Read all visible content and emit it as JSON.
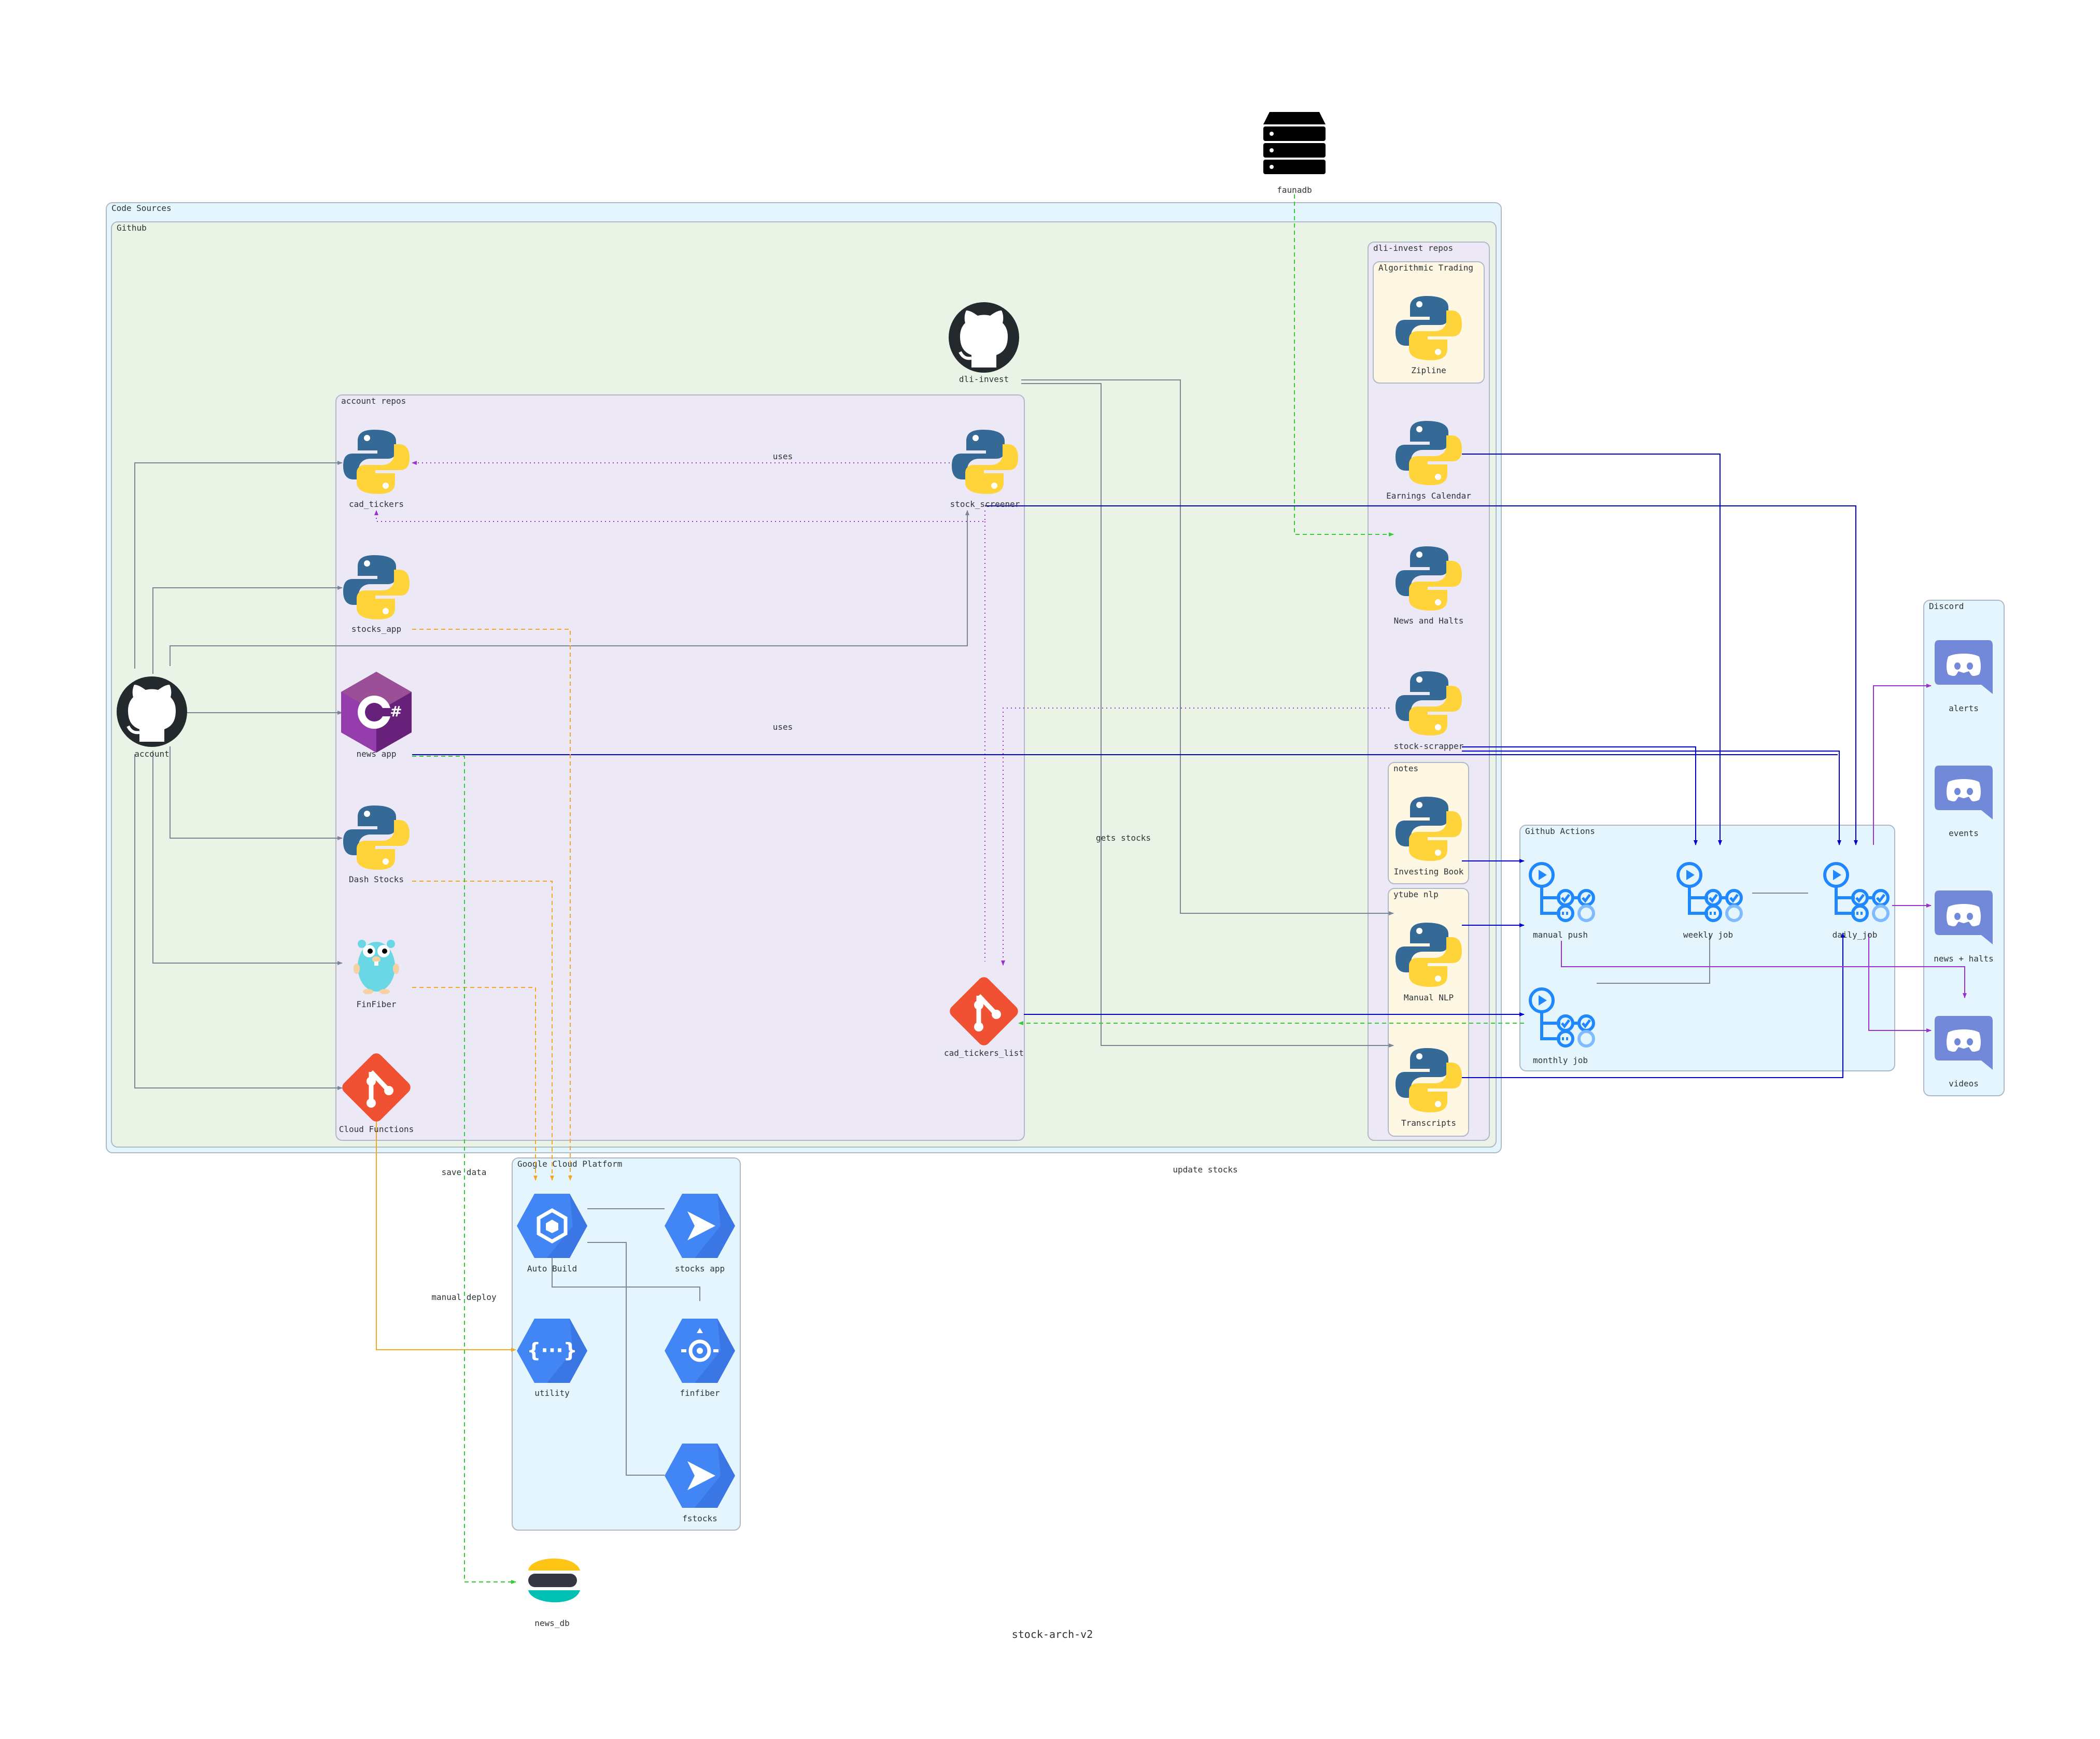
{
  "title": "stock-arch-v2",
  "clusters": {
    "code_sources": "Code Sources",
    "github": "Github",
    "account_repos": "account repos",
    "dli_invest_repos": "dli-invest repos",
    "algorithmic_trading": "Algorithmic Trading",
    "notes": "notes",
    "ytube_nlp": "ytube nlp",
    "github_actions": "Github Actions",
    "discord": "Discord",
    "google_cloud_platform": "Google Cloud Platform"
  },
  "nodes": {
    "faunadb": "faunadb",
    "dli_invest": "dli-invest",
    "account": "account",
    "cad_tickers": "cad_tickers",
    "stock_screener": "stock_screener",
    "stocks_app": "stocks_app",
    "news_app": "news app",
    "dash_stocks": "Dash Stocks",
    "finfiber": "FinFiber",
    "cloud_functions": "Cloud Functions",
    "cad_tickers_list": "cad_tickers_list",
    "zipline": "Zipline",
    "earnings_calendar": "Earnings Calendar",
    "news_and_halts": "News and Halts",
    "stock_scrapper": "stock-scrapper",
    "investing_book": "Investing Book",
    "manual_nlp": "Manual NLP",
    "transcripts": "Transcripts",
    "manual_push": "manual push",
    "weekly_job": "weekly job",
    "daily_job": "daily_job",
    "monthly_job": "monthly job",
    "alerts": "alerts",
    "events": "events",
    "news_halts": "news + halts",
    "videos": "videos",
    "auto_build": "Auto Build",
    "gcp_stocks_app": "stocks app",
    "utility": "utility",
    "gcp_finfiber": "finfiber",
    "fstocks": "fstocks",
    "news_db": "news_db"
  },
  "edge_labels": {
    "uses_1": "uses",
    "uses_2": "uses",
    "gets_stocks": "gets stocks",
    "save_data": "save data",
    "update_stocks": "update stocks",
    "manual_deploy": "manual deploy"
  },
  "colors": {
    "code_sources_bg": "#e5f5fd",
    "github_bg": "#ebf3e7",
    "repos_bg": "#ece8f6",
    "subgroup_bg": "#fdf7e3",
    "actions_bg": "#e5f5fd",
    "gray_edge": "#7b8894",
    "blue_edge": "#0000cc",
    "purple_edge": "#9933cc",
    "orange_edge": "#f5a623",
    "green_edge": "#33cc33",
    "python_blue": "#366a96",
    "python_yellow": "#ffd43b",
    "github_black": "#24292e",
    "git_red": "#f05133",
    "gcp_blue": "#4285f4",
    "discord": "#7289da",
    "actions_blue": "#2088ff"
  },
  "icons": {
    "python": "python-icon",
    "github": "github-icon",
    "csharp": "csharp-icon",
    "go": "go-gopher-icon",
    "git": "git-icon",
    "database": "server-stack-icon",
    "actions": "github-actions-icon",
    "discord": "discord-icon",
    "gcp_build": "cloud-build-icon",
    "gcp_run": "cloud-run-icon",
    "gcp_functions": "cloud-functions-icon",
    "gcp_engine": "app-engine-icon",
    "elastic": "elastic-icon"
  }
}
